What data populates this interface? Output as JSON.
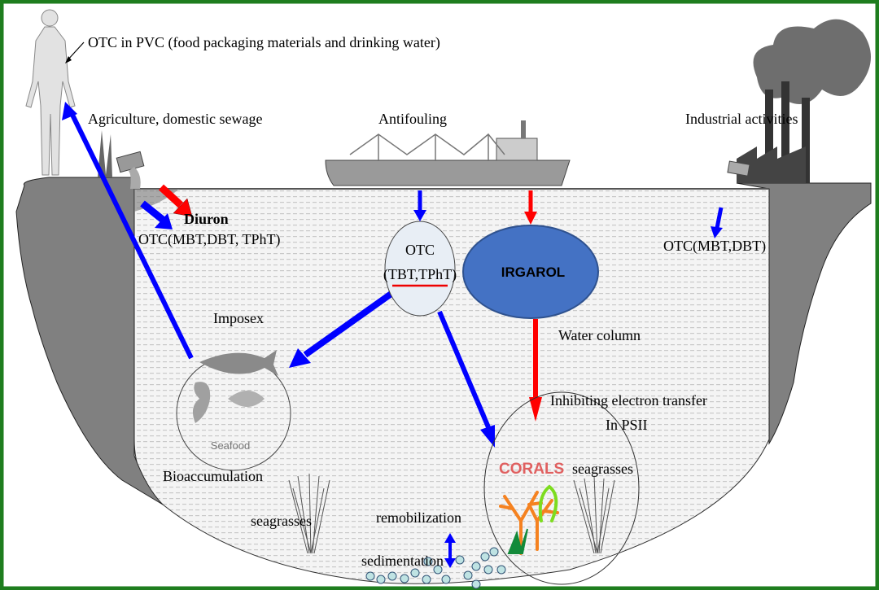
{
  "labels": {
    "human_source": "OTC in PVC (food packaging materials and drinking water)",
    "agriculture": "Agriculture, domestic sewage",
    "antifouling": "Antifouling",
    "industrial": "Industrial activities",
    "diuron": "Diuron",
    "otc_left": "OTC(MBT,DBT, TPhT)",
    "otc_center_title": "OTC",
    "otc_center_compounds": "(TBT,TPhT)",
    "irgarol": "IRGAROL",
    "otc_right": "OTC(MBT,DBT)",
    "imposex": "Imposex",
    "seafood": "Seafood",
    "bioaccumulation": "Bioaccumulation",
    "water_column": "Water column",
    "inhibiting": "Inhibiting electron transfer",
    "psii": "In PSII",
    "corals": "CORALS",
    "seagrasses_right": "seagrasses",
    "seagrasses_left": "seagrasses",
    "remobilization": "remobilization",
    "sedimentation": "sedimentation"
  },
  "colors": {
    "border": "#1e7d1e",
    "blue_arrow": "#0000ff",
    "red_arrow": "#ff0000",
    "irgarol": "#4472c4",
    "land": "#808080",
    "red_text": "#ff2a2a",
    "blue_text": "#1a1ae6"
  }
}
